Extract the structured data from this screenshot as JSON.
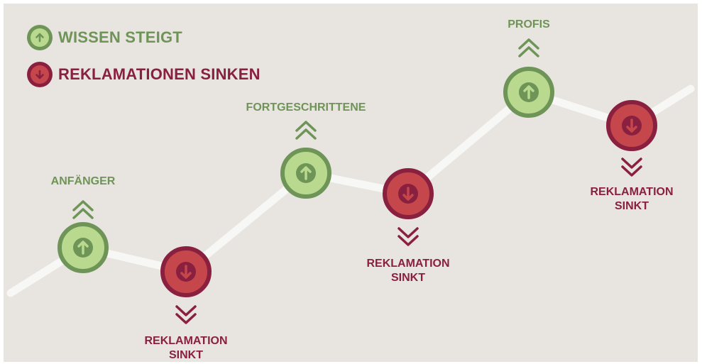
{
  "colors": {
    "background": "#e8e4df",
    "line": "#f7f7f5",
    "green_ring": "#6e9457",
    "green_fill": "#b9d98e",
    "red_ring": "#8a2040",
    "red_fill": "#c5474b",
    "green_text": "#6e9457",
    "red_text": "#8a2040"
  },
  "legend": {
    "up_label": "WISSEN STEIGT",
    "down_label": "REKLAMATIONEN SINKEN",
    "up_icon": "arrow-up-circle-icon",
    "down_icon": "arrow-down-circle-icon"
  },
  "nodes": [
    {
      "kind": "up",
      "label": "ANFÄNGER"
    },
    {
      "kind": "down",
      "label_line1": "REKLAMATION",
      "label_line2": "SINKT"
    },
    {
      "kind": "up",
      "label": "FORTGESCHRITTENE"
    },
    {
      "kind": "down",
      "label_line1": "REKLAMATION",
      "label_line2": "SINKT"
    },
    {
      "kind": "up",
      "label": "PROFIS"
    },
    {
      "kind": "down",
      "label_line1": "REKLAMATION",
      "label_line2": "SINKT"
    }
  ]
}
